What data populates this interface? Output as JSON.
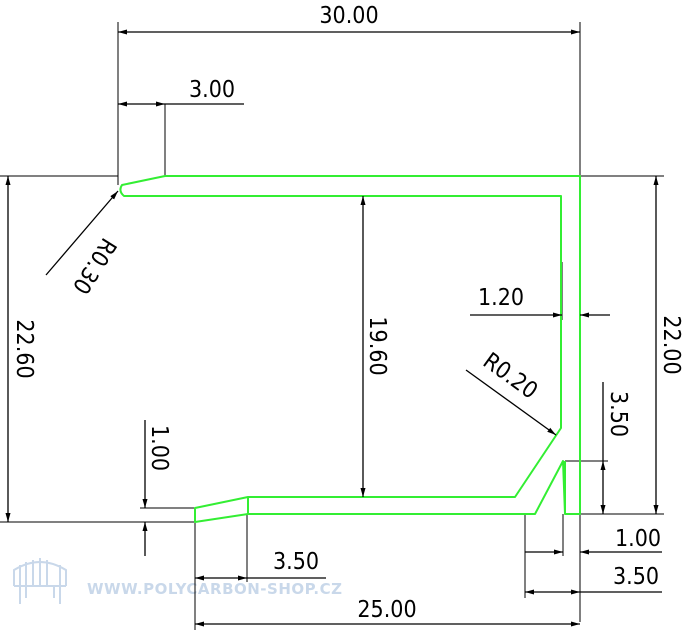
{
  "colors": {
    "profile": "#33ee33",
    "dimension": "#000000",
    "watermark": "#c9d8ea",
    "background": "#ffffff"
  },
  "dimensions": {
    "overall_width": "30.00",
    "top_flange": "3.00",
    "corner_radius_outer": "R0.30",
    "overall_height_left": "22.60",
    "inner_height": "19.60",
    "wall_thickness": "1.20",
    "overall_height_right": "22.00",
    "corner_radius_inner": "R0.20",
    "lip_height": "3.50",
    "lip_step": "1.00",
    "bottom_width": "25.00",
    "bottom_offset": "3.50",
    "right_offset": "1.00",
    "right_lip": "3.50"
  },
  "watermark": {
    "text": "WWW.POLYCARBON-SHOP.CZ",
    "logo_icon": "greenhouse-icon"
  }
}
